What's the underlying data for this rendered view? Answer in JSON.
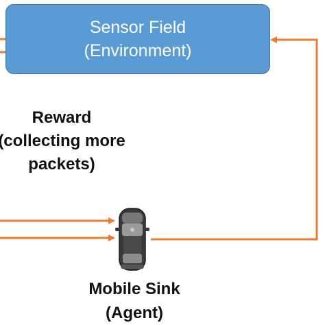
{
  "environment": {
    "title": "Sensor Field",
    "subtitle": "(Environment)",
    "fill_color": "#5b9bd5"
  },
  "reward": {
    "line1": "Reward",
    "line2": "(collecting more",
    "line3": "packets)"
  },
  "agent": {
    "title": "Mobile Sink",
    "subtitle": "(Agent)",
    "icon": "car-icon"
  },
  "colors": {
    "arrow": "#ed7d31",
    "text": "#111111"
  }
}
